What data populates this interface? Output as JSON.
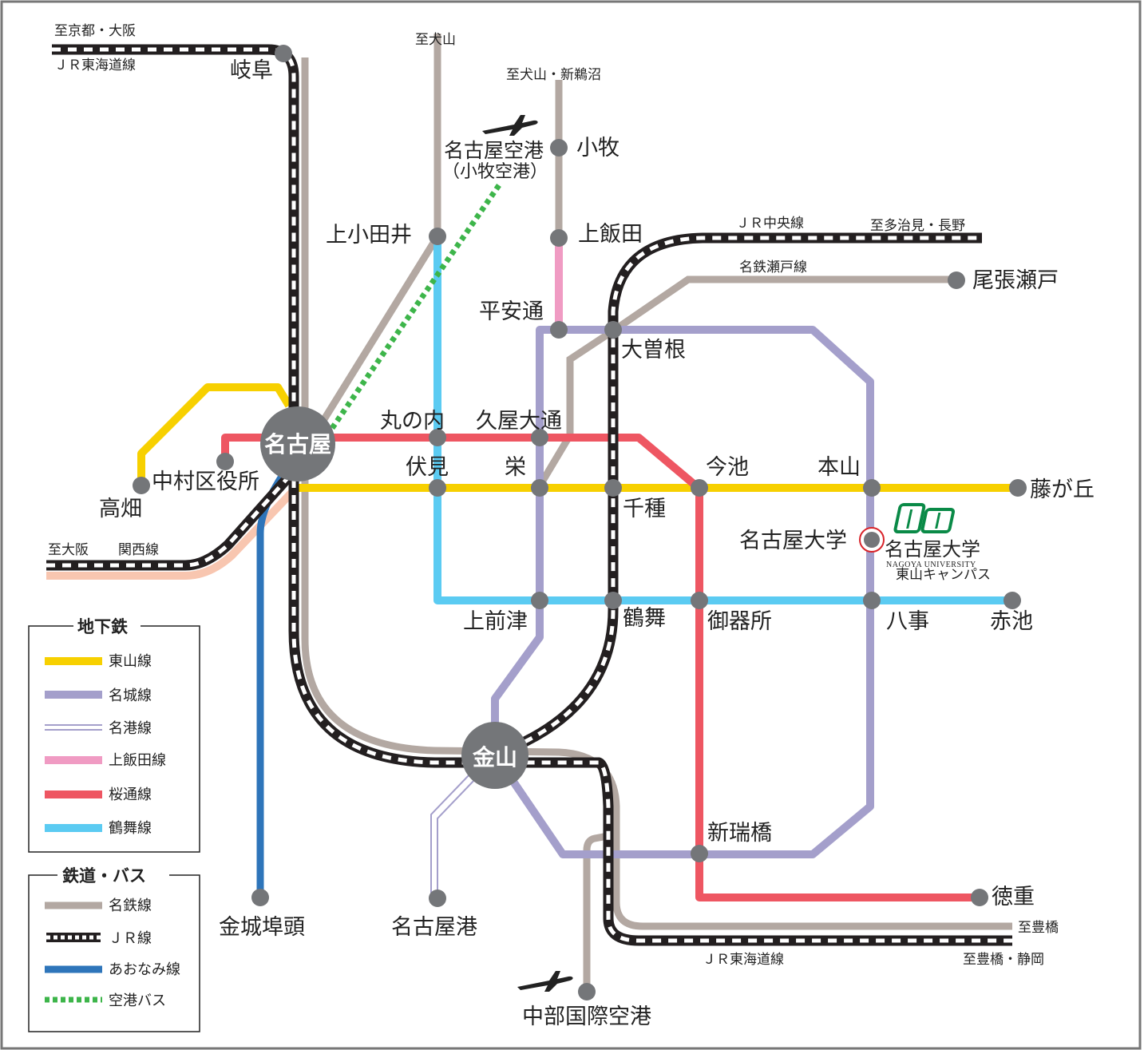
{
  "colors": {
    "higashiyama": "#F7D000",
    "meijo": "#A49FCB",
    "meiko": "#A49FCB",
    "kamiiida": "#F09BC3",
    "sakuradori": "#EE5662",
    "tsurumai": "#5BCBF2",
    "meitetsu": "#B3A8A2",
    "jr": "#231F20",
    "aonami": "#2E75BA",
    "airportbus": "#3DB54A",
    "kintetsu": "#F8C6B0",
    "station": "#747679"
  },
  "directions": {
    "kyoto": "至京都・大阪",
    "jr_tokaido_w": "ＪＲ東海道線",
    "inuyama": "至犬山",
    "inuyama_shinunuma": "至犬山・新鵜沼",
    "jr_chuo": "ＪＲ中央線",
    "tajimi": "至多治見・長野",
    "meitetsu_seto": "名鉄瀬戸線",
    "osaka": "至大阪",
    "kansai": "関西線",
    "toyohashi": "至豊橋",
    "jr_tokaido_e": "ＪＲ東海道線",
    "toyohashi_shizuoka": "至豊橋・静岡"
  },
  "stations": {
    "gifu": "岐阜",
    "nagoya_airport": "名古屋空港",
    "komaki_airport": "（小牧空港）",
    "komaki": "小牧",
    "kamiotai": "上小田井",
    "kamiiida": "上飯田",
    "owariseto": "尾張瀬戸",
    "heiandori": "平安通",
    "ozone": "大曽根",
    "nagoya": "名古屋",
    "marunouchi": "丸の内",
    "hisaya": "久屋大通",
    "nakamura": "中村区役所",
    "takabata": "高畑",
    "fushimi": "伏見",
    "sakae": "栄",
    "imaike": "今池",
    "motoyama": "本山",
    "fujigaoka": "藤が丘",
    "chikusa": "千種",
    "nagoya_univ": "名古屋大学",
    "kamimaezu": "上前津",
    "tsurumai": "鶴舞",
    "gokiso": "御器所",
    "yagoto": "八事",
    "akaike": "赤池",
    "kanayama": "金山",
    "aratamabashi": "新瑞橋",
    "tokushige": "徳重",
    "kinjofuto": "金城埠頭",
    "nagoyako": "名古屋港",
    "centrair": "中部国際空港"
  },
  "university": {
    "name": "名古屋大学",
    "name_en": "NAGOYA UNIVERSITY",
    "campus": "東山キャンパス"
  },
  "legend_subway": {
    "title": "地下鉄",
    "items": [
      {
        "label": "東山線",
        "style": "higashiyama"
      },
      {
        "label": "名城線",
        "style": "meijo"
      },
      {
        "label": "名港線",
        "style": "meiko"
      },
      {
        "label": "上飯田線",
        "style": "kamiiida"
      },
      {
        "label": "桜通線",
        "style": "sakuradori"
      },
      {
        "label": "鶴舞線",
        "style": "tsurumai"
      }
    ]
  },
  "legend_rail": {
    "title": "鉄道・バス",
    "items": [
      {
        "label": "名鉄線",
        "style": "meitetsu"
      },
      {
        "label": "ＪＲ線",
        "style": "jr"
      },
      {
        "label": "あおなみ線",
        "style": "aonami"
      },
      {
        "label": "空港バス",
        "style": "airportbus"
      }
    ]
  }
}
